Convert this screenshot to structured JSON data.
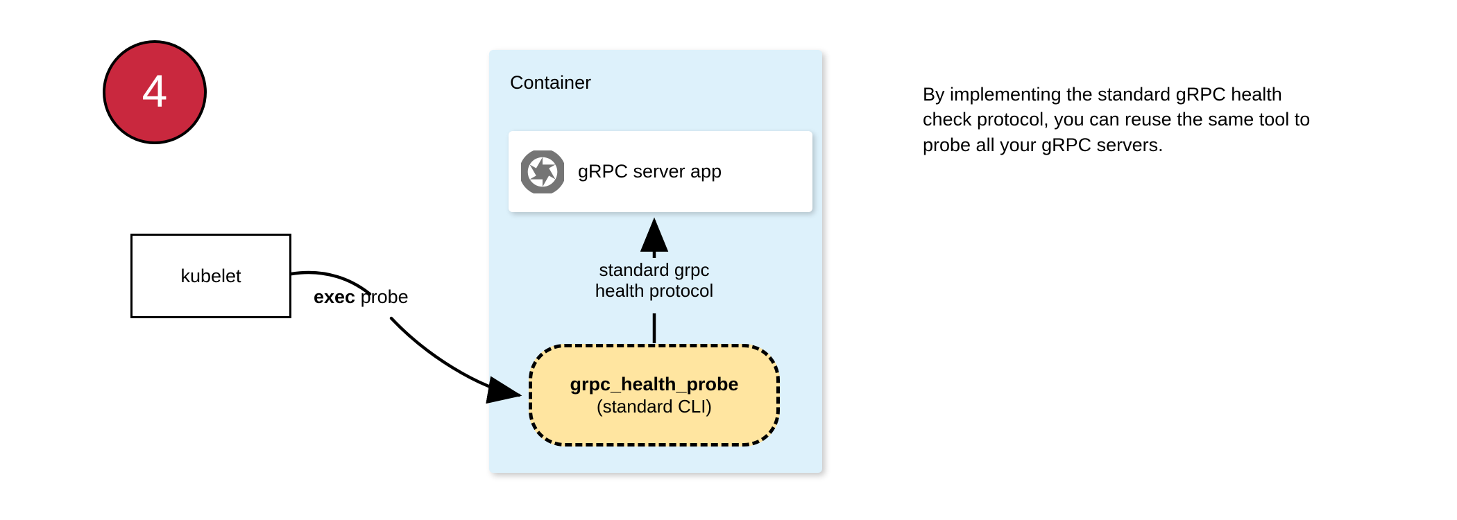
{
  "step": {
    "number": "4",
    "circle_fill": "#c9283e",
    "circle_border": "#000000",
    "text_color": "#ffffff"
  },
  "kubelet": {
    "label": "kubelet",
    "fill": "#ffffff",
    "border": "#000000"
  },
  "container": {
    "title": "Container",
    "fill": "#ddf1fb"
  },
  "grpc_app": {
    "label": "gRPC server app",
    "icon": "aperture-icon",
    "icon_color": "#757575",
    "fill": "#ffffff"
  },
  "probe": {
    "title": "grpc_health_probe",
    "subtitle": "(standard CLI)",
    "fill": "#ffe5a0",
    "border": "#000000",
    "border_style": "dashed"
  },
  "edges": {
    "exec_probe_bold": "exec",
    "exec_probe_rest": " probe",
    "protocol_line1": "standard grpc",
    "protocol_line2": "health protocol",
    "stroke": "#000000"
  },
  "note": {
    "text": "By implementing the standard gRPC health check protocol, you can reuse the same tool to probe all your gRPC servers."
  }
}
